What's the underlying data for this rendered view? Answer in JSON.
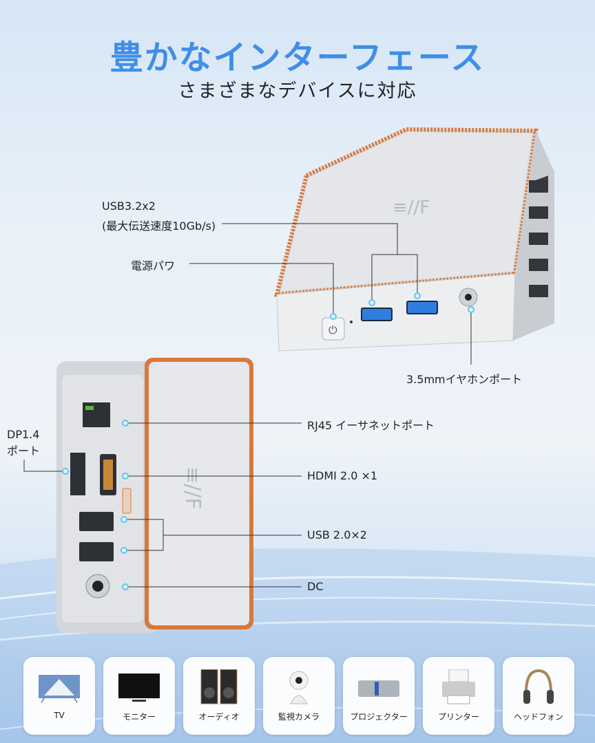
{
  "header": {
    "title": "豊かなインターフェース",
    "subtitle": "さまざまなデバイスに対応"
  },
  "labels": {
    "usb32_line1": "USB3.2x2",
    "usb32_line2": "(最大伝送速度10Gb/s)",
    "power": "電源パワ",
    "audio": "3.5mmイヤホンポート",
    "rj45": "RJ45 イーサネットポート",
    "dp_line1": "DP1.4",
    "dp_line2": "ポート",
    "hdmi": "HDMI 2.0 ×1",
    "usb20": "USB 2.0×2",
    "dc": "DC"
  },
  "devices": [
    {
      "label": "TV",
      "icon": "tv-icon"
    },
    {
      "label": "モニター",
      "icon": "monitor-icon"
    },
    {
      "label": "オーディオ",
      "icon": "speaker-icon"
    },
    {
      "label": "監視カメラ",
      "icon": "camera-icon"
    },
    {
      "label": "プロジェクター",
      "icon": "projector-icon"
    },
    {
      "label": "プリンター",
      "icon": "printer-icon"
    },
    {
      "label": "ヘッドフォン",
      "icon": "headphones-icon"
    }
  ],
  "colors": {
    "title": "#3f8ee8",
    "accent_trim": "#d8793c",
    "usb3_blue": "#2f7de0"
  }
}
